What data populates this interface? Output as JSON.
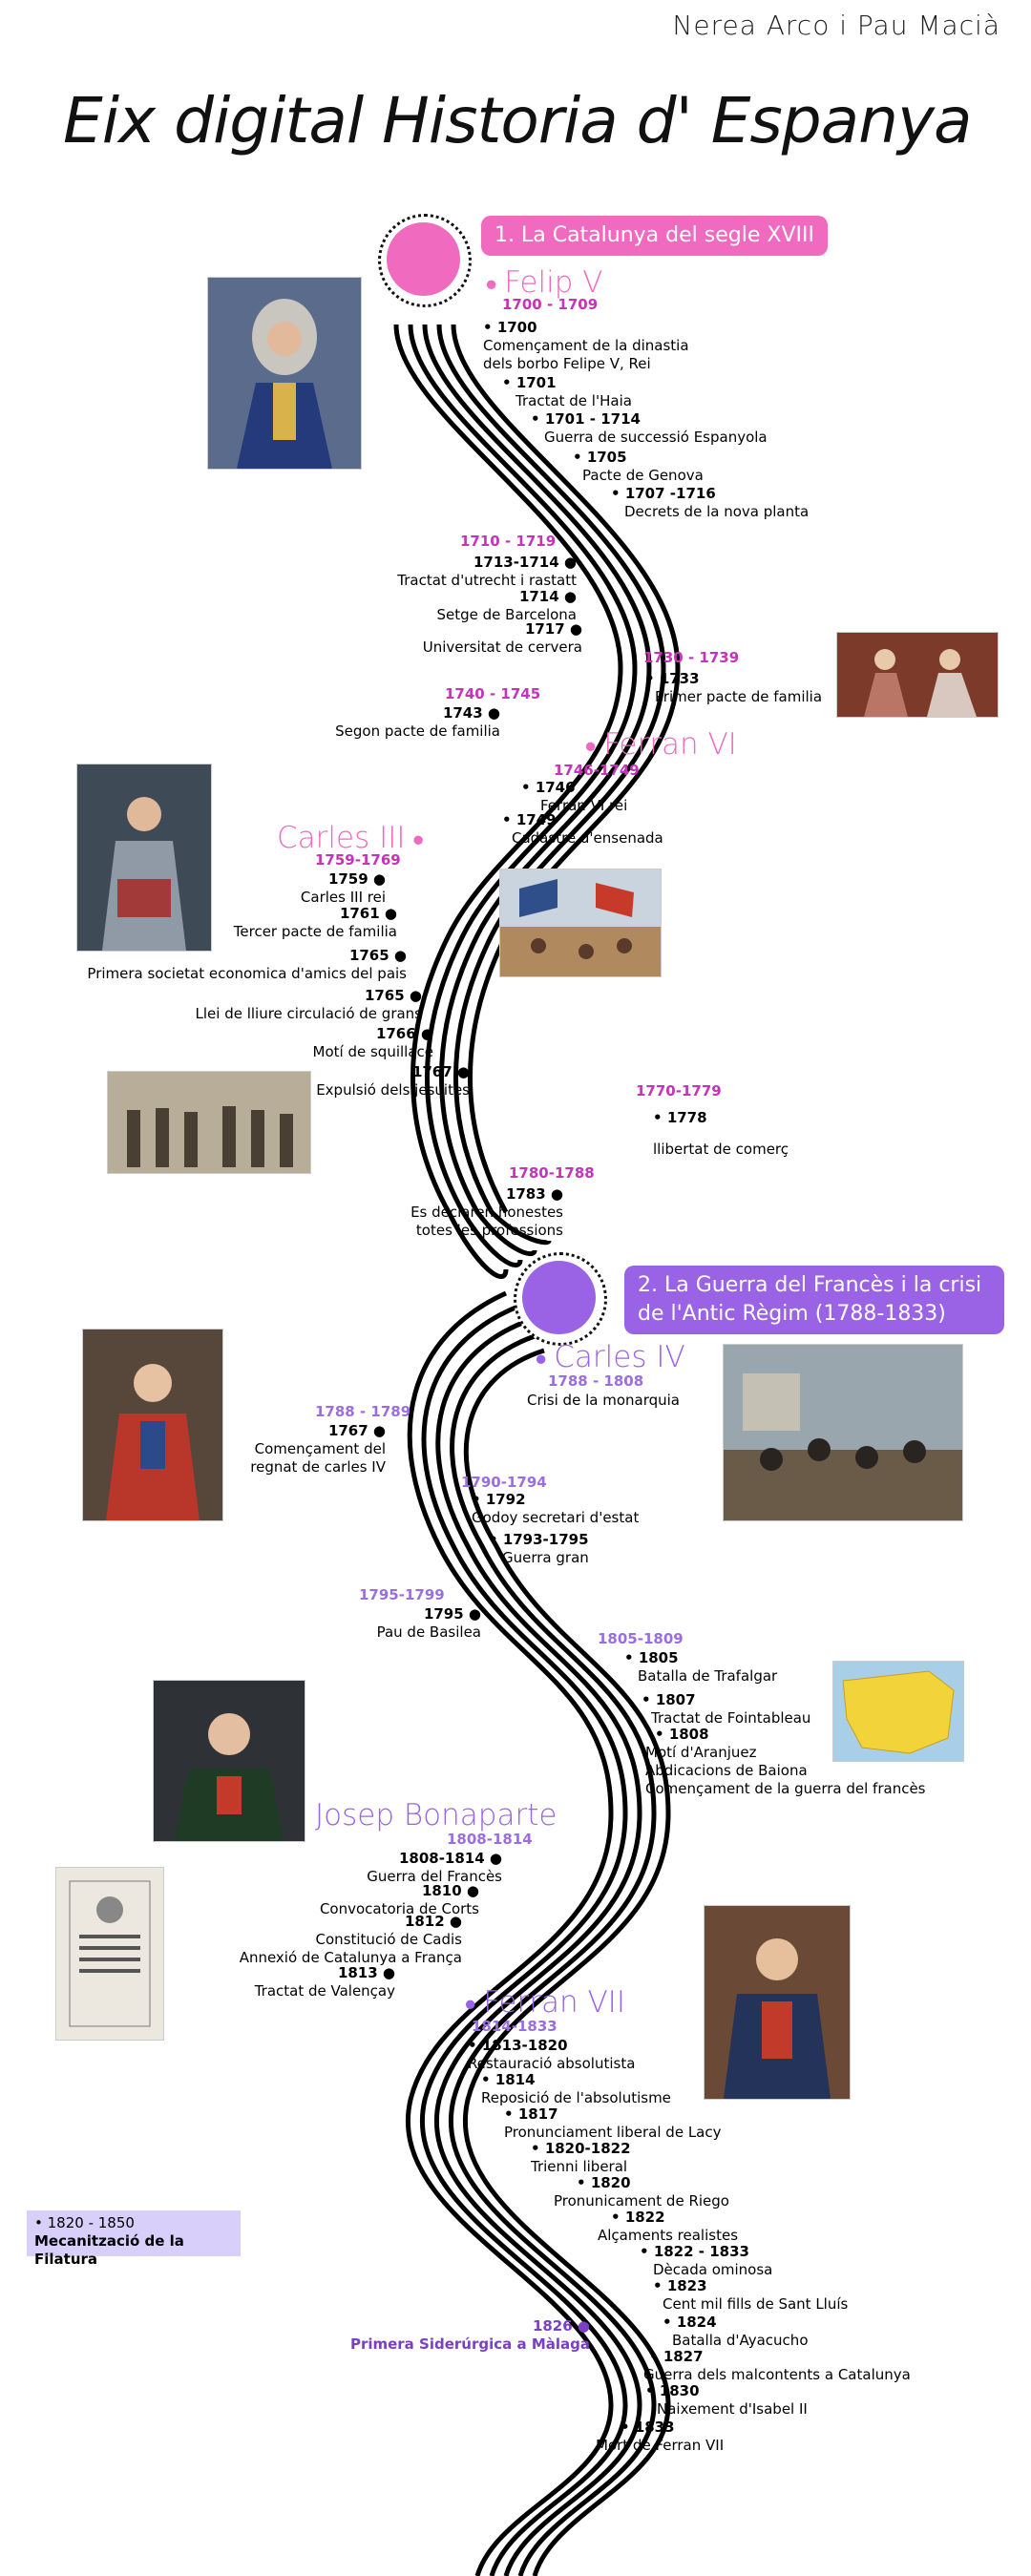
{
  "header": {
    "authors": "Nerea Arco  i  Pau Macià",
    "title": "Eix digital Historia d' Espanya"
  },
  "colors": {
    "section1": "#f06ac0",
    "section2": "#9a63e6",
    "period1": "#c433b8",
    "period2": "#9b6ee0",
    "section2_text": "#8a4ad6"
  },
  "sections": [
    {
      "label": "1. La Catalunya del segle XVIII"
    },
    {
      "label": "2. La Guerra del Francès i la crisi de l'Antic Règim (1788-1833)"
    }
  ],
  "kings": {
    "felip": "Felip V",
    "ferran6": "Ferran VI",
    "carles3": "Carles III",
    "carles4": "Carles IV",
    "josep": "Josep Bonaparte",
    "ferran7": "Ferran VII"
  },
  "periods": {
    "p1700": "1700 - 1709",
    "p1710": "1710  - 1719",
    "p1730": "1730  - 1739",
    "p1740": "1740  - 1745",
    "p1746": "1746-1749",
    "p1759": "1759-1769",
    "p1770": "1770-1779",
    "p1780": "1780-1788",
    "p1788a": "1788 - 1808",
    "p1788b": "1788 - 1789",
    "p1790": "1790-1794",
    "p1795": "1795-1799",
    "p1805": "1805-1809",
    "p1808": "1808-1814",
    "p1814": "1814-1833"
  },
  "events": {
    "e1700": {
      "y": "1700",
      "t": "Començament de la dinastia\ndels borbo Felipe V, Rei"
    },
    "e1701": {
      "y": "1701",
      "t": "Tractat de l'Haia"
    },
    "e1701b": {
      "y": "1701 - 1714",
      "t": "Guerra de successió Espanyola"
    },
    "e1705": {
      "y": "1705",
      "t": "Pacte de Genova"
    },
    "e1707": {
      "y": "1707 -1716",
      "t": "Decrets de la nova planta"
    },
    "e1713": {
      "y": "1713-1714",
      "t": "Tractat d'utrecht i rastatt"
    },
    "e1714": {
      "y": "1714",
      "t": "Setge de Barcelona"
    },
    "e1717": {
      "y": "1717",
      "t": "Universitat de cervera"
    },
    "e1733": {
      "y": "1733",
      "t": "Primer pacte de familia"
    },
    "e1743": {
      "y": "1743",
      "t": "Segon pacte de familia"
    },
    "e1746": {
      "y": "1746",
      "t": "Ferran VI rei"
    },
    "e1749": {
      "y": "1749",
      "t": "Cadastre d'ensenada"
    },
    "e1759": {
      "y": "1759",
      "t": "Carles III rei"
    },
    "e1761": {
      "y": "1761",
      "t": "Tercer pacte de familia"
    },
    "e1765a": {
      "y": "1765",
      "t": "Primera societat economica d'amics del pais"
    },
    "e1765b": {
      "y": "1765",
      "t": "Llei de lliure circulació de grans"
    },
    "e1766": {
      "y": "1766",
      "t": "Motí de squillace"
    },
    "e1767": {
      "y": "1767",
      "t": "Expulsió dels jesuites"
    },
    "e1778": {
      "y": "1778",
      "t": "llibertat de comerç"
    },
    "e1783": {
      "y": "1783",
      "t": "Es declaren honestes\ntotes les professions"
    },
    "e1788": {
      "t": "Crisi de la monarquia"
    },
    "e1767b": {
      "y": "1767",
      "t": "Començament del\nregnat de carles IV"
    },
    "e1792": {
      "y": "1792",
      "t": "Godoy secretari d'estat"
    },
    "e1793": {
      "y": "1793-1795",
      "t": "Guerra gran"
    },
    "e1795": {
      "y": "1795",
      "t": "Pau de Basilea"
    },
    "e1805": {
      "y": "1805",
      "t": "Batalla de Trafalgar"
    },
    "e1807": {
      "y": "1807",
      "t": "Tractat de Fointableau"
    },
    "e1808": {
      "y": "1808",
      "t": "Motí d'Aranjuez\nAbdicacions de Baiona\nComençament de la guerra del francès"
    },
    "e1808b": {
      "y": "1808-1814",
      "t": "Guerra del Francès"
    },
    "e1810": {
      "y": "1810",
      "t": "Convocatoria de Corts"
    },
    "e1812": {
      "y": "1812",
      "t": "Constitució de Cadis\nAnnexió de Catalunya a França"
    },
    "e1813": {
      "y": "1813",
      "t": "Tractat de Valençay"
    },
    "e1813b": {
      "y": "1813-1820",
      "t": "Restauració absolutista"
    },
    "e1814": {
      "y": "1814",
      "t": "Reposició de l'absolutisme"
    },
    "e1817": {
      "y": "1817",
      "t": "Pronunciament liberal de Lacy"
    },
    "e1820": {
      "y": "1820-1822",
      "t": "Trienni liberal"
    },
    "e1820b": {
      "y": "1820",
      "t": "Pronunicament de Riego"
    },
    "e1822": {
      "y": "1822",
      "t": "Alçaments realistes"
    },
    "e1822b": {
      "y": "1822 - 1833",
      "t": "Dècada ominosa"
    },
    "e1823": {
      "y": "1823",
      "t": "Cent mil fills de Sant Lluís"
    },
    "e1824": {
      "y": "1824",
      "t": "Batalla d'Ayacucho"
    },
    "e1827": {
      "y": "1827",
      "t": "Guerra dels malcontents a Catalunya"
    },
    "e1830": {
      "y": "1830",
      "t": "Naixement d'Isabel II"
    },
    "e1833": {
      "y": "1833",
      "t": "Mort de Ferran VII"
    },
    "e1826": {
      "y": "1826",
      "t": "Primera Siderúrgica a Màlaga"
    }
  },
  "sidebox": {
    "y": "1820 - 1850",
    "t": "Mecanització de la Filatura"
  }
}
